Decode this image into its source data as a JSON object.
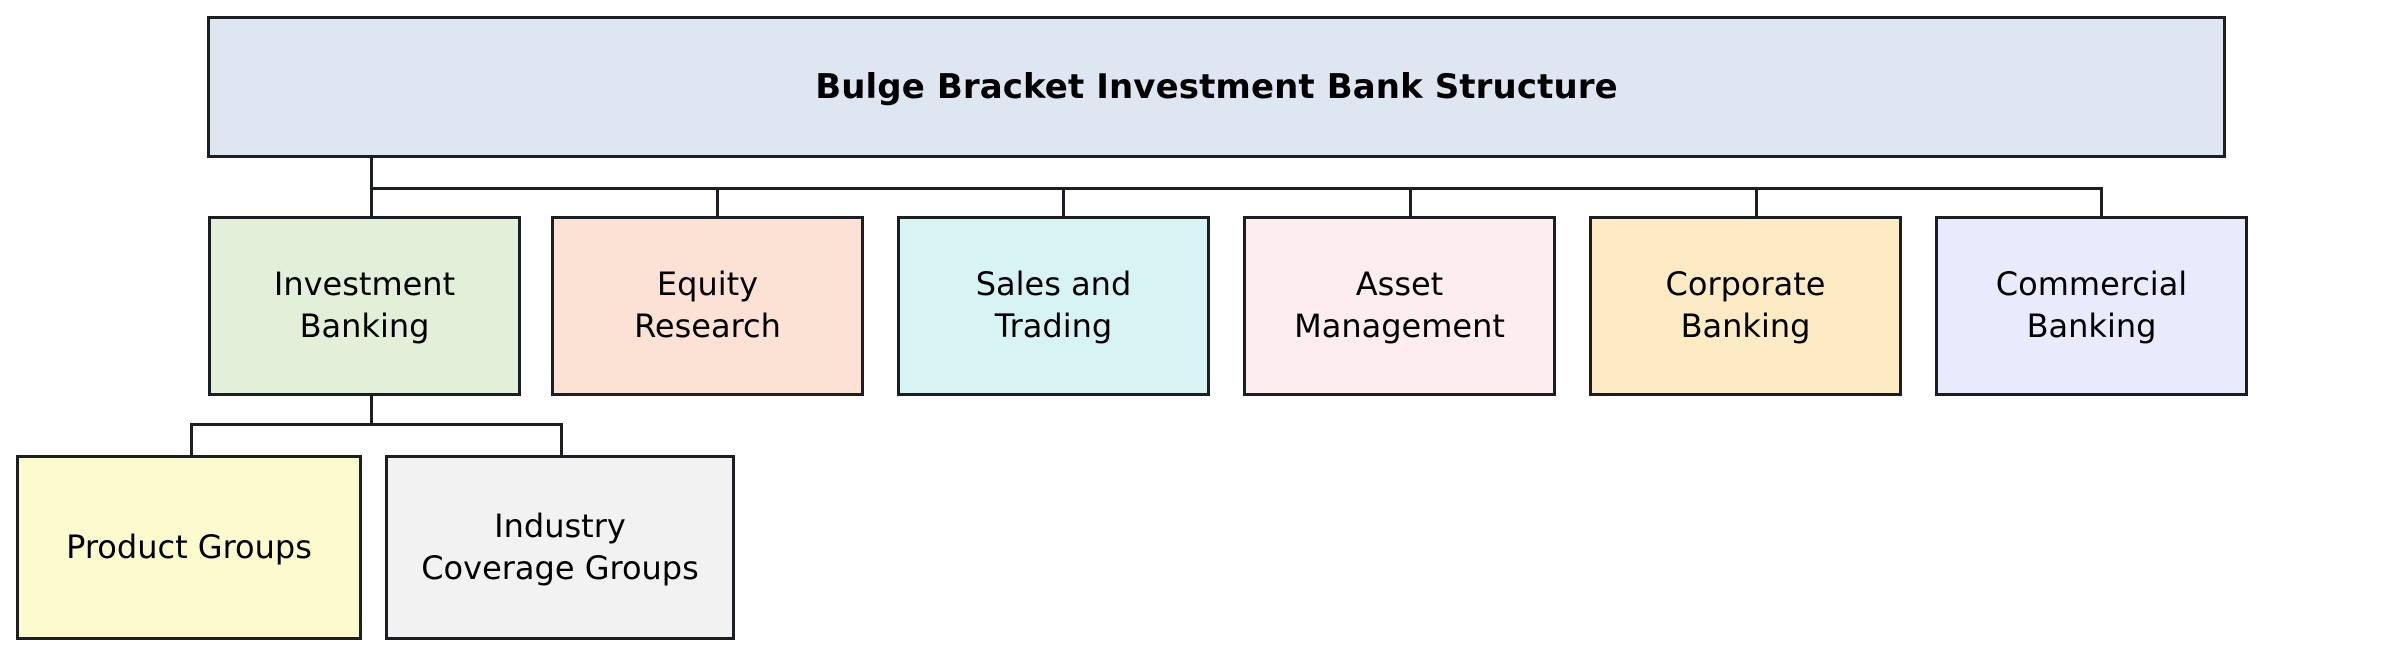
{
  "diagram": {
    "title": "Bulge Bracket Investment Bank Structure",
    "type": "organizational-hierarchy",
    "root": {
      "label": "Bulge Bracket Investment Bank Structure",
      "fill": "#DEE7F1",
      "border": "#1B1F24"
    },
    "divisions": [
      {
        "label": "Investment\nBanking",
        "fill": "#E2EFD9",
        "border": "#1B1F24"
      },
      {
        "label": "Equity\nResearch",
        "fill": "#FBE2D5",
        "border": "#1B1F24"
      },
      {
        "label": "Sales and\nTrading",
        "fill": "#D7F3F3",
        "border": "#1B1F24"
      },
      {
        "label": "Asset\nManagement",
        "fill": "#FDECF0",
        "border": "#1B1F24"
      },
      {
        "label": "Corporate\nBanking",
        "fill": "#FCEBC3",
        "border": "#1B1F24"
      },
      {
        "label": "Commercial\nBanking",
        "fill": "#E8EBFB",
        "border": "#1B1F24"
      }
    ],
    "investment_banking_children": [
      {
        "label": "Product Groups",
        "fill": "#FBFBCD",
        "border": "#1B1F24"
      },
      {
        "label": "Industry\nCoverage Groups",
        "fill": "#F2F2F2",
        "border": "#1B1F24"
      }
    ]
  }
}
